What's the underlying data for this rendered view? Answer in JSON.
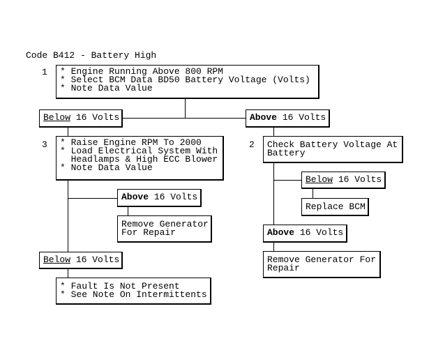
{
  "title": "Code B412 - Battery High",
  "step1": {
    "number": "1",
    "lines": [
      "* Engine Running Above 800 RPM",
      "* Select BCM Data BD50 Battery Voltage (Volts)",
      "* Note Data Value"
    ]
  },
  "branch_below_1": {
    "keyword": "Below",
    "rest": " 16 Volts"
  },
  "branch_above_1": {
    "keyword": "Above",
    "rest": " 16 Volts"
  },
  "step3": {
    "number": "3",
    "lines": [
      "* Raise Engine RPM To 2000",
      "* Load Electrical System With",
      "  Headlamps & High ECC Blower",
      "* Note Data Value"
    ]
  },
  "branch_above_3": {
    "keyword": "Above",
    "rest": " 16 Volts"
  },
  "result_above_3": {
    "lines": [
      "Remove Generator",
      "For Repair"
    ]
  },
  "branch_below_3": {
    "keyword": "Below",
    "rest": " 16 Volts"
  },
  "result_below_3": {
    "lines": [
      "* Fault Is Not Present",
      "* See Note On Intermittents"
    ]
  },
  "step2": {
    "number": "2",
    "lines": [
      "Check Battery Voltage At",
      "Battery"
    ]
  },
  "branch_below_2": {
    "keyword": "Below",
    "rest": " 16 Volts"
  },
  "result_below_2": {
    "lines": [
      "Replace BCM"
    ]
  },
  "branch_above_2": {
    "keyword": "Above",
    "rest": " 16 Volts"
  },
  "result_above_2": {
    "lines": [
      "Remove Generator For",
      "Repair"
    ]
  }
}
